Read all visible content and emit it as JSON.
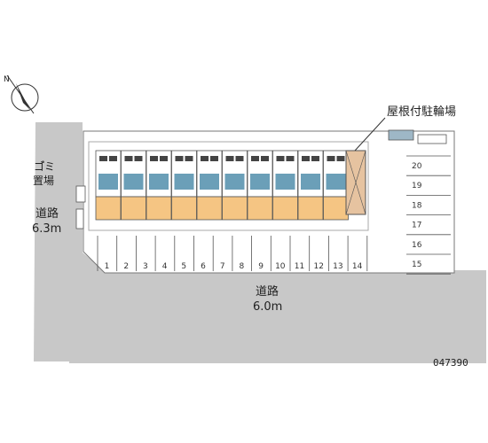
{
  "labels": {
    "road_west_name": "道路",
    "road_west_width": "6.3m",
    "road_south_name": "道路",
    "road_south_width": "6.0m",
    "garbage_line1": "ゴ゚ミ",
    "garbage_line2": "置場",
    "bike_parking": "屋根付駐輪場",
    "property_code": "047390"
  },
  "parking": {
    "bottom_row": [
      "1",
      "2",
      "3",
      "4",
      "5",
      "6",
      "7",
      "8",
      "9",
      "10",
      "11",
      "12",
      "13",
      "14"
    ],
    "right_column": [
      "20",
      "19",
      "18",
      "17",
      "16",
      "15"
    ]
  },
  "colors": {
    "road": "#c8c8c8",
    "apartment": "#f5c583",
    "balcony": "#3a7fa0",
    "lot": "#ffffff",
    "bike_shelter": "#e6c3a0"
  }
}
